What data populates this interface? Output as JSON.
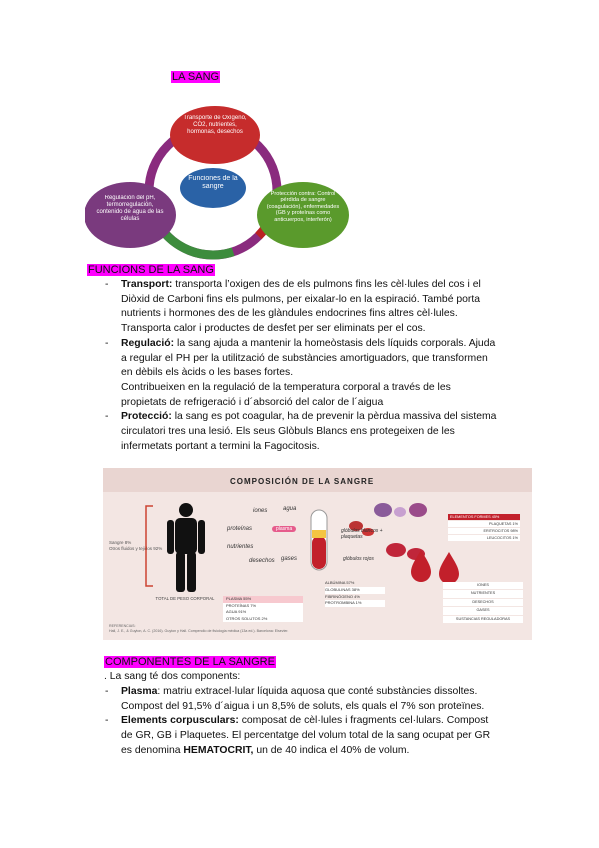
{
  "title": "LA SANG",
  "diagram": {
    "top": "Transporte de Oxígeno, CO2, nutrientes, hormonas, desechos",
    "center": "Funciones de la sangre",
    "right": "Protección contra: Control pérdida de sangre (coagulación), enfermedades (GB y proteínas como anticuerpos, interferón)",
    "left": "Regulación del pH, termorregulación, contenido de agua de las células"
  },
  "section1": {
    "heading": "FUNCIONS DE LA SANG",
    "items": [
      {
        "bold": "Transport:",
        "lines": [
          " transporta l’oxigen des de els pulmons fins les cèl·lules del cos i el",
          "Diòxid de Carboni fins els pulmons, per eixalar-lo en la espiració. També porta",
          "nutrients i hormones des de les glàndules endocrines fins altres cèl·lules.",
          "Transporta calor i productes de desfet per ser eliminats per el cos."
        ]
      },
      {
        "bold": "Regulació:",
        "lines": [
          " la sang ajuda a mantenir la homeòstasis dels líquids corporals. Ajuda",
          "a regular el PH per la utilització de substàncies amortiguadors, que transformen",
          "en dèbils els àcids o les bases fortes.",
          "Contribueixen en la regulació de la temperatura corporal a través de les",
          "propietats de refrigeració i d´absorció del calor de l´aigua"
        ]
      },
      {
        "bold": "Protecció:",
        "lines": [
          " la sang es pot coagular, ha de prevenir la pèrdua massiva  del sistema",
          "circulatori tres una lesió.  Els seus Glòbuls Blancs ens protegeixen de les",
          "infermetats  portant a termini la Fagocitosis."
        ]
      }
    ]
  },
  "infographic": {
    "title": "COMPOSICIÓN DE LA SANGRE",
    "left_notes": [
      "Sangre 8%",
      "Otros fluidos y tejidos 92%"
    ],
    "body_caption": "TOTAL DE PESO CORPORAL",
    "plasma_words": [
      "iones",
      "agua",
      "proteínas",
      "plasma",
      "nutrientes",
      "desechos",
      "gases"
    ],
    "plasma_rows": [
      "PLASMA 55%",
      "PROTEÍNAS 7%",
      "AGUA 91%",
      "OTROS SOLUTOS 2%"
    ],
    "protein_rows": [
      "ALBÚMINA 57%",
      "GLOBULINAS 38%",
      "FIBRINÓGENO 4%",
      "PROTROMBINA 1%"
    ],
    "cell_labels": [
      "glóbulos blancos + plaquetas",
      "glóbulos rojos"
    ],
    "formed_elements": [
      "ELEMENTOS FORMES 45%",
      "PLAQUETAS 1%",
      "ERITROCITOS 98%",
      "LEUCOCITOS 1%"
    ],
    "other_solutes": [
      "IONES",
      "NUTRIENTES",
      "DESECHOS",
      "GASES",
      "SUSTANCIAS REGULADORAS"
    ],
    "references": [
      "REFERENCIAS:",
      "Hall, J. E., & Guyton, A. C. (2016). Guyton y Hall. Compendio de fisiología médica (13a ed.). Barcelona: Elsevier."
    ]
  },
  "section2": {
    "heading": "COMPONENTES DE LA SANGRE",
    "intro": ". La sang té dos components:",
    "items": [
      {
        "bold": "Plasma",
        "lines": [
          ": matriu extracel·lular líquida aquosa que conté substàncies dissoltes.",
          "Compost del 91,5% d´aigua i un 8,5% de soluts, els quals el 7% son proteïnes."
        ]
      },
      {
        "bold": "Elements corpusculars:",
        "lines": [
          " composat de cèl·lules i fragments cel·lulars. Compost",
          "de GR, GB i Plaquetes. El percentatge del volum total de la sang ocupat per GR",
          "es denomina "
        ],
        "bold2": "HEMATOCRIT,",
        "tail": " un de 40 indica el 40% de volum."
      }
    ]
  }
}
